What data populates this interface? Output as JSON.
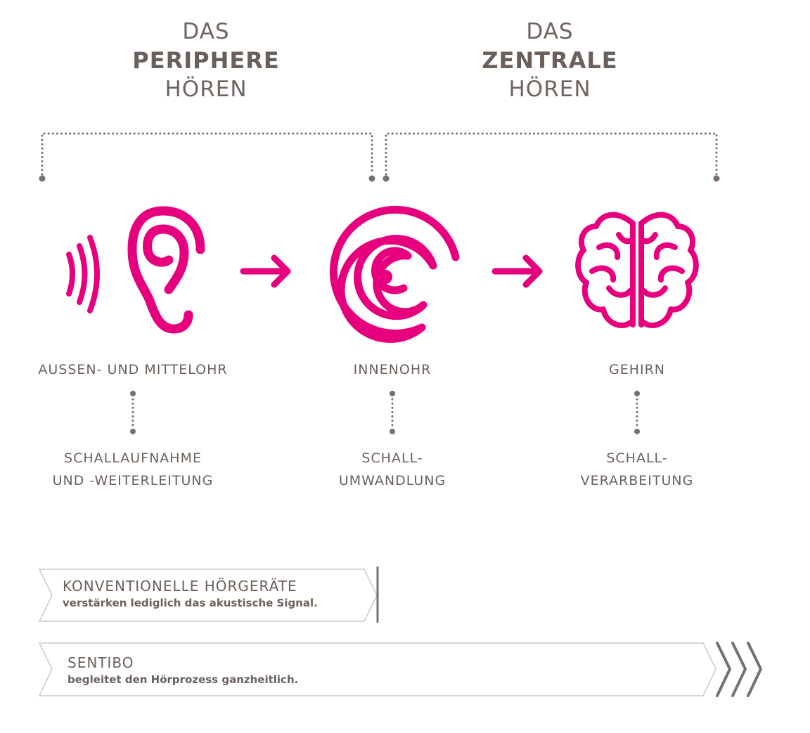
{
  "headings": {
    "peripheral": {
      "prefix": "DAS",
      "main": "PERIPHERE",
      "suffix": "HÖREN"
    },
    "central": {
      "prefix": "DAS",
      "main": "ZENTRALE",
      "suffix": "HÖREN"
    }
  },
  "stages": [
    {
      "organ": "AUSSEN- UND MITTELOHR",
      "function_line1": "SCHALLAUFNAHME",
      "function_line2": "UND -WEITERLEITUNG",
      "icon": "ear-icon"
    },
    {
      "organ": "INNENOHR",
      "function_line1": "SCHALL-",
      "function_line2": "UMWANDLUNG",
      "icon": "cochlea-spiral-icon"
    },
    {
      "organ": "GEHIRN",
      "function_line1": "SCHALL-",
      "function_line2": "VERARBEITUNG",
      "icon": "brain-icon"
    }
  ],
  "bands": {
    "conventional": {
      "title": "KONVENTIONELLE HÖRGERÄTE",
      "subtitle": "verstärken lediglich das akustische Signal."
    },
    "sentibo": {
      "title": "SENTIBO",
      "subtitle": "begleitet den Hörprozess ganzheitlich."
    }
  },
  "colors": {
    "accent": "#e6007e",
    "text": "#6b615c",
    "dots": "#7a706b",
    "band_stroke": "#cfc8c4"
  }
}
